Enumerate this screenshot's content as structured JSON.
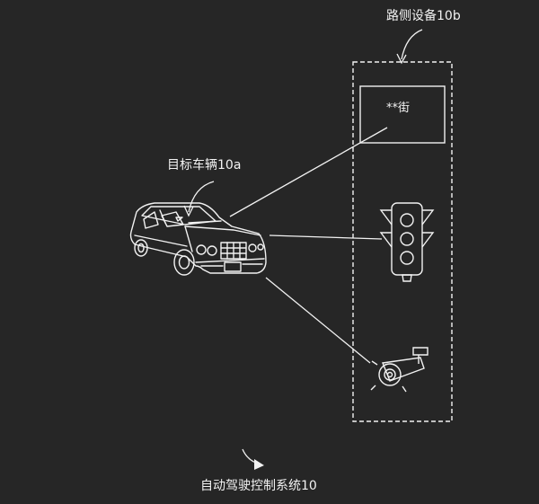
{
  "diagram": {
    "roadside_label": "路侧设备10b",
    "vehicle_label": "目标车辆10a",
    "sign_text": "**街",
    "system_label": "自动驾驶控制系统10",
    "icons": {
      "vehicle": "car-icon",
      "sign": "street-sign-icon",
      "traffic_light": "traffic-light-icon",
      "camera": "surveillance-camera-icon"
    },
    "colors": {
      "background": "#262626",
      "line": "#f2f2f2"
    }
  }
}
